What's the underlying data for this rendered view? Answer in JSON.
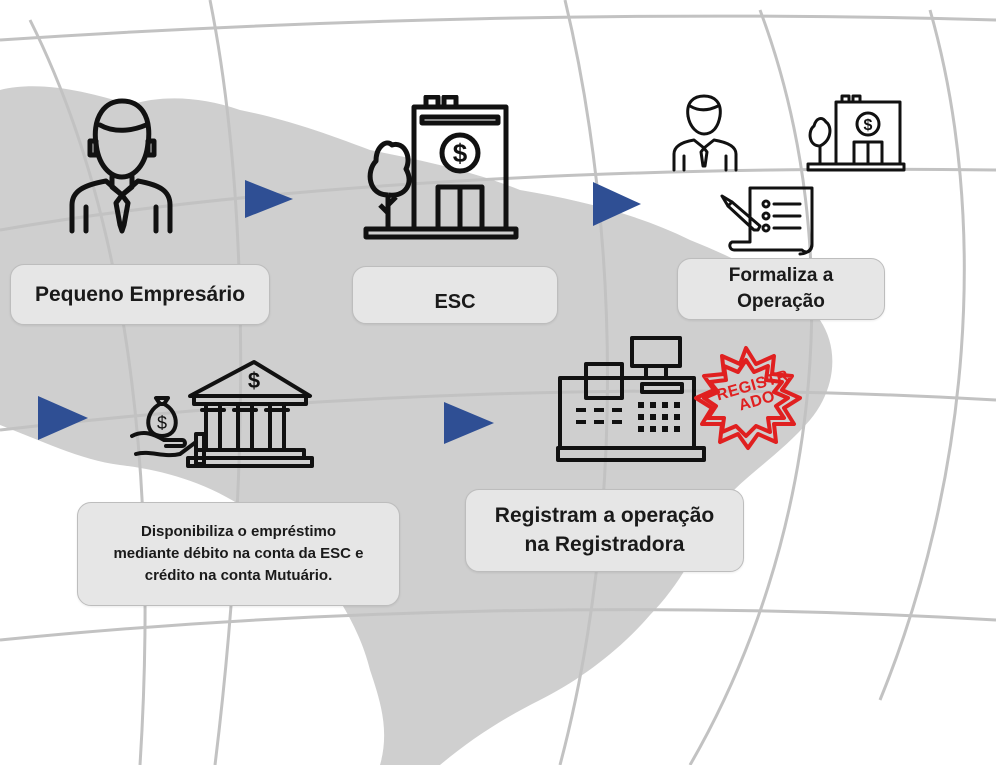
{
  "colors": {
    "arrow": "#2f4f94",
    "map": "#cfcfcf",
    "grid": "#c2c2c2",
    "box_fill": "#e6e6e6",
    "stamp": "#e02020"
  },
  "icons": {
    "businessman": "person-tie-icon",
    "esc": "bank-building-icon",
    "formalize": "contract-icon",
    "bank": "bank-columns-icon",
    "register": "cash-register-icon"
  },
  "steps": {
    "pequeno": {
      "label": "Pequeno Empresário"
    },
    "esc": {
      "label": "ESC"
    },
    "formaliza": {
      "line1": "Formaliza a",
      "line2": "Operação"
    },
    "disponibiliza": {
      "line1": "Disponibiliza o empréstimo",
      "line2": "mediante débito na conta da ESC e",
      "line3": "crédito na conta Mutuário."
    },
    "registram": {
      "line1": "Registram a operação",
      "line2": "na Registradora"
    }
  },
  "stamp": {
    "line1": "REGISTR",
    "line2": "ADO"
  }
}
